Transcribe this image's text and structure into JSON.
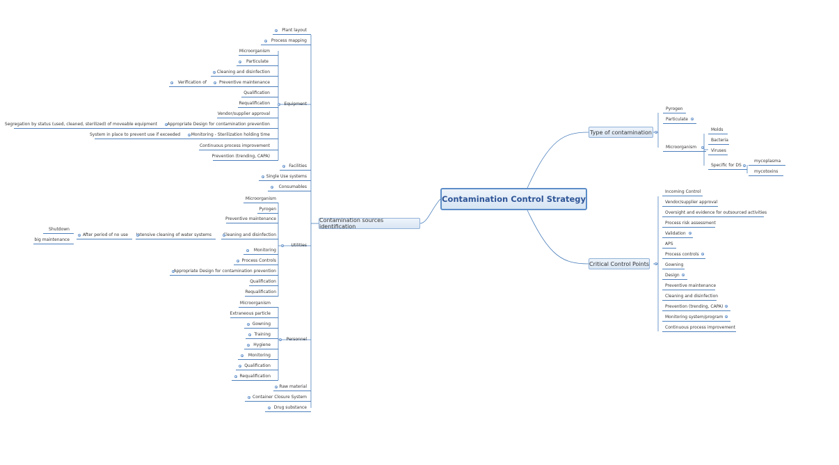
{
  "central": "Contamination Control Strategy",
  "main_topics": {
    "contamination_sources": "Contamination sources identification",
    "type_of_contamination": "Type of contamination",
    "critical_control_points": "Critical Control Points"
  },
  "left": {
    "plant_layout": "Plant layout",
    "process_mapping": "Process mapping",
    "equipment": "Equipment",
    "equipment_items": {
      "microorganism": "Microorganism",
      "particulate": "Particulate",
      "cleaning": "Cleaning and disinfection",
      "preventive": "Preventive maintenance",
      "verification": "Verification of",
      "qualification": "Qualification",
      "requalification": "Requalification",
      "vendor": "Vendor/supplier approval",
      "design": "Appropriate Design for contamination prevention",
      "segregation": "Segregation by status (used, cleaned, sterilized) of moveable equipment",
      "monitoring": "Monitoring - Sterilization holding time",
      "system": "System in place to prevent use if exceeded",
      "continuous": "Continuous process improvement",
      "prevention": "Prevention (trending, CAPA)"
    },
    "facilities": "Facilities",
    "single_use": "Single Use systems",
    "consumables": "Consumables",
    "utilities": "Utilities",
    "utilities_items": {
      "microorganism": "Microorganism",
      "pyrogen": "Pyrogen",
      "preventive": "Preventive maintenance",
      "cleaning": "Cleaning and disinfection",
      "intensive": "Intensive cleaning of water systems",
      "after": "After period of no use",
      "shutdown": "Shutdown",
      "big": "big maintenance",
      "monitoring": "Monitoring",
      "process_controls": "Process Controls",
      "design": "Appropriate Design for contamination prevention",
      "qualification": "Qualification",
      "requalification": "Requalification"
    },
    "personnel": "Personnel",
    "personnel_items": {
      "microorganism": "Microorganism",
      "extraneous": "Extraneous particle",
      "gowning": "Gowning",
      "training": "Training",
      "hygiene": "Hygiene",
      "monitoring": "Monitoring",
      "qualification": "Qualification",
      "requalification": "Requalification"
    },
    "raw_material": "Raw material",
    "container": "Container Closure System",
    "drug_substance": "Drug substance"
  },
  "type": {
    "pyrogen": "Pyrogen",
    "particulate": "Particulate",
    "microorganism": "Microorganism",
    "molds": "Molds",
    "bacteria": "Bacteria",
    "viruses": "Viruses",
    "specific": "Specific for DS",
    "mycoplasma": "mycoplasma",
    "mycotoxins": "mycotoxins"
  },
  "ccp": {
    "incoming": "Incoming Control",
    "vendor": "Vendor/supplier approval",
    "oversight": "Oversight and evidence for outsourced activities",
    "risk": "Process risk assessment",
    "validation": "Validation",
    "aps": "APS",
    "process_controls": "Process controls",
    "gowning": "Gowning",
    "design": "Design",
    "preventive": "Preventive maintenance",
    "cleaning": "Cleaning and disinfection",
    "prevention": "Prevention (trending, CAPA)",
    "monitoring": "Monitoring system/program",
    "continuous": "Continuous process improvement"
  },
  "colors": {
    "line": "#4a7ebb",
    "central_border": "#5b8cc7",
    "central_text": "#2f5597"
  }
}
